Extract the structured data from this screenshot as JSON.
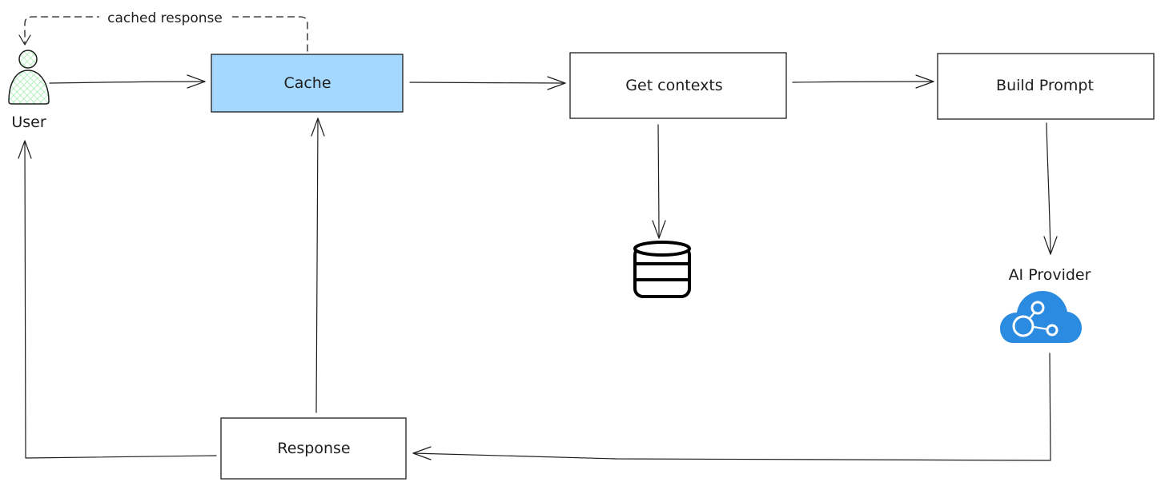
{
  "nodes": {
    "user": {
      "label": "User"
    },
    "cache": {
      "label": "Cache",
      "fill": "#a5d8ff"
    },
    "get_contexts": {
      "label": "Get contexts"
    },
    "build_prompt": {
      "label": "Build Prompt"
    },
    "database": {
      "icon": "database-icon"
    },
    "ai_provider": {
      "label": "AI Provider",
      "icon": "cloud-network-icon",
      "icon_color": "#2a8be0"
    },
    "response": {
      "label": "Response"
    }
  },
  "edges": {
    "cached_response": {
      "label": "cached response"
    }
  },
  "colors": {
    "stroke": "#1e1e1e",
    "cache_fill": "#a5d8ff",
    "user_fill": "#b2f2bb",
    "cloud": "#2a8be0"
  }
}
